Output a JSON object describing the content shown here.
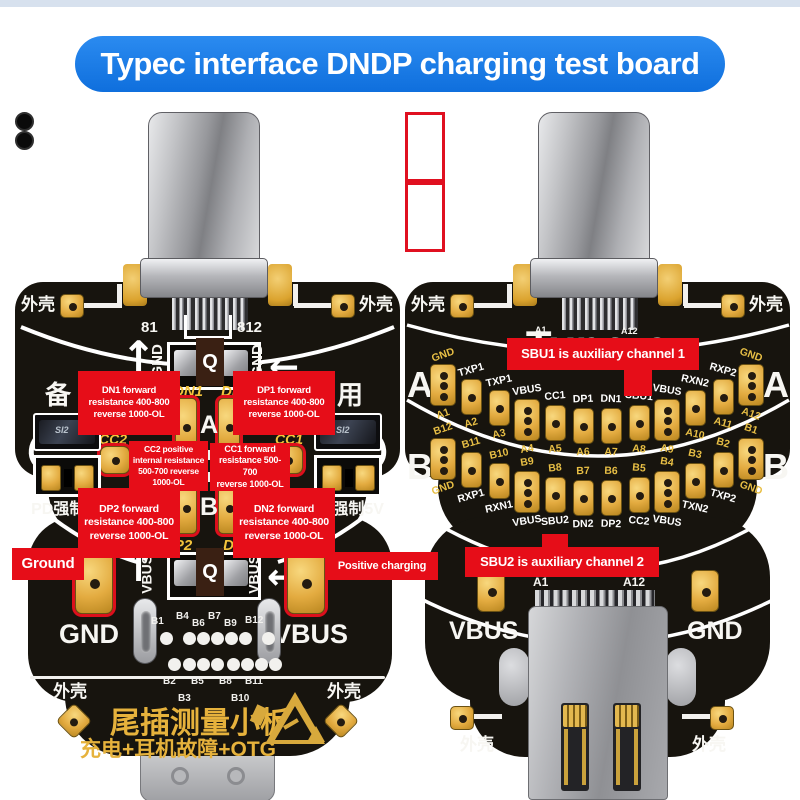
{
  "page": {
    "title": "Typec interface DNDP charging test board"
  },
  "colors": {
    "banner": "#1478e8",
    "annotation_red": "#e60d18",
    "board": "#17140e",
    "gold_pad": "#e3ab40",
    "silk_yellow": "#f2c33c",
    "silk_white": "#ffffff"
  },
  "shared": {
    "shell": "外壳",
    "q": "Q",
    "gnd": "GND",
    "vbus": "VBUS"
  },
  "left_board": {
    "pin_start": "81",
    "pin_end": "812",
    "spare_left": "备",
    "spare_right": "用",
    "row_a": "A",
    "row_b": "B",
    "pads": {
      "dn1": "DN1",
      "dp1": "DP1",
      "cc2": "CC2",
      "cc1": "CC1",
      "dp2": "DP2",
      "dn2": "DN2"
    },
    "pd_force": "PD强制5V",
    "chip": "SI2",
    "gnd_label": "GND",
    "vbus_label": "VBUS",
    "tp_row1": [
      "B1",
      "B4",
      "B6",
      "B7",
      "B9",
      "B12"
    ],
    "tp_row2": [
      "B2",
      "B5",
      "B8",
      "B11"
    ],
    "tp_row3": [
      "B3",
      "B10"
    ],
    "footer_title": "尾插测量小板",
    "footer_sub": "充电+耳机故障+OTG"
  },
  "right_board": {
    "title": "Type-c",
    "conn_a1": "A1",
    "conn_a12": "A12",
    "row_a_letter": "A",
    "row_b_letter": "B",
    "row_a": [
      {
        "num": "A1",
        "signal": "GND",
        "holes": 3
      },
      {
        "num": "A2",
        "signal": "TXP1"
      },
      {
        "num": "A3",
        "signal": "TXP1"
      },
      {
        "num": "A4",
        "signal": "VBUS",
        "holes": 3
      },
      {
        "num": "A5",
        "signal": "CC1"
      },
      {
        "num": "A6",
        "signal": "DP1"
      },
      {
        "num": "A7",
        "signal": "DN1"
      },
      {
        "num": "A8",
        "signal": "SBU1",
        "highlight": true
      },
      {
        "num": "A9",
        "signal": "VBUS",
        "holes": 3
      },
      {
        "num": "A10",
        "signal": "RXN2"
      },
      {
        "num": "A11",
        "signal": "RXP2"
      },
      {
        "num": "A12",
        "signal": "GND",
        "holes": 3
      }
    ],
    "row_b": [
      {
        "num": "B12",
        "signal": "GND",
        "holes": 3
      },
      {
        "num": "B11",
        "signal": "RXP1"
      },
      {
        "num": "B10",
        "signal": "RXN1"
      },
      {
        "num": "B9",
        "signal": "VBUS",
        "holes": 3
      },
      {
        "num": "B8",
        "signal": "SBU2",
        "highlight": true
      },
      {
        "num": "B7",
        "signal": "DN2"
      },
      {
        "num": "B6",
        "signal": "DP2"
      },
      {
        "num": "B5",
        "signal": "CC2"
      },
      {
        "num": "B4",
        "signal": "VBUS",
        "holes": 3
      },
      {
        "num": "B3",
        "signal": "TXN2"
      },
      {
        "num": "B2",
        "signal": "TXP2"
      },
      {
        "num": "B1",
        "signal": "GND",
        "holes": 3
      }
    ],
    "bottom_a1": "A1",
    "bottom_a12": "A12",
    "vbus_label": "VBUS",
    "gnd_label": "GND"
  },
  "annotations": {
    "dn1": "DN1 forward\nresistance 400-800\nreverse 1000-OL",
    "dp1": "DP1 forward\nresistance 400-800\nreverse 1000-OL",
    "cc2": "CC2 positive\ninternal resistance\n500-700 reverse\n1000-OL",
    "cc1": "CC1 forward\nresistance 500-700\nreverse 1000-OL",
    "dp2": "DP2 forward\nresistance 400-800\nreverse 1000-OL",
    "dn2": "DN2 forward\nresistance 400-800\nreverse 1000-OL",
    "ground": "Ground",
    "positive": "Positive charging",
    "sbu1": "SBU1 is auxiliary channel 1",
    "sbu2": "SBU2 is auxiliary channel 2"
  }
}
